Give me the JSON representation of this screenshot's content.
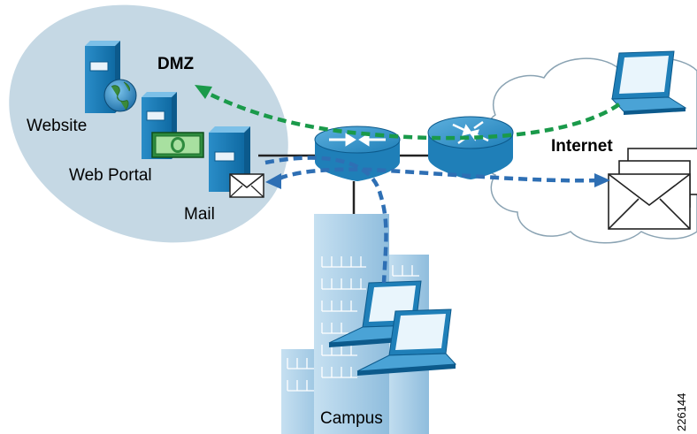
{
  "labels": {
    "dmz": "DMZ",
    "website": "Website",
    "web_portal": "Web Portal",
    "mail": "Mail",
    "internet": "Internet",
    "campus": "Campus"
  },
  "figure_id": "226144",
  "colors": {
    "dmz_zone": "#c5d8e4",
    "internet_cloud": "#ffffff",
    "device_blue": "#1f7fb8",
    "device_light": "#4aa3d6",
    "building": "#a9cde6",
    "green_flow": "#1a9a4a",
    "blue_flow": "#2e6fb4",
    "link": "#222222"
  },
  "icons": [
    "server-icon",
    "globe-icon",
    "money-icon",
    "envelope-icon",
    "router-icon",
    "firewall-icon",
    "laptop-icon",
    "building-icon",
    "cloud-icon"
  ]
}
